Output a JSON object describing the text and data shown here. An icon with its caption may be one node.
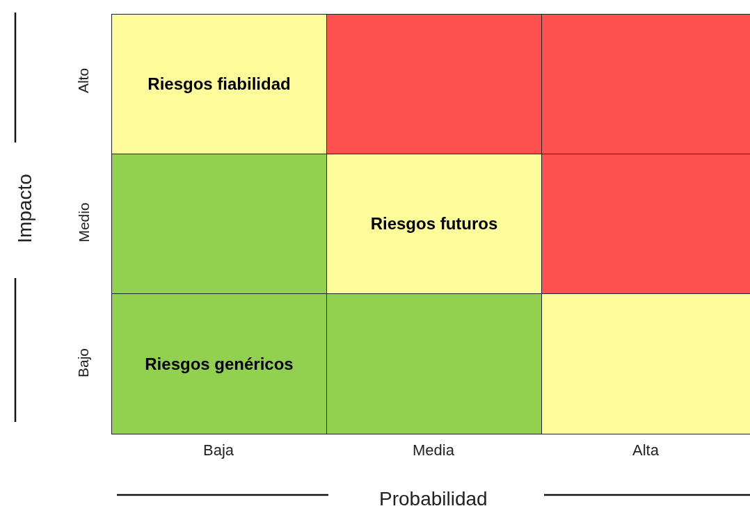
{
  "diagram": {
    "nodes": [
      {
        "text": [
          "Riesgos fiabilidad"
        ]
      },
      {
        "text": [],
        "shape": "box"
      },
      {
        "text": [],
        "shape": "box"
      },
      {
        "text": [],
        "shape": "box"
      },
      {
        "text": [
          "Riesgos futuros"
        ]
      },
      {
        "text": [],
        "shape": "box"
      },
      {
        "text": [
          "Riesgos genéricos"
        ]
      },
      {
        "text": [],
        "shape": "box"
      },
      {
        "text": [],
        "shape": "box"
      }
    ],
    "edges": [],
    "labels": [
      "Impacto",
      "Alto",
      "Medio",
      "Bajo",
      "Baja",
      "Media",
      "Alta",
      "Probabilidad"
    ]
  }
}
